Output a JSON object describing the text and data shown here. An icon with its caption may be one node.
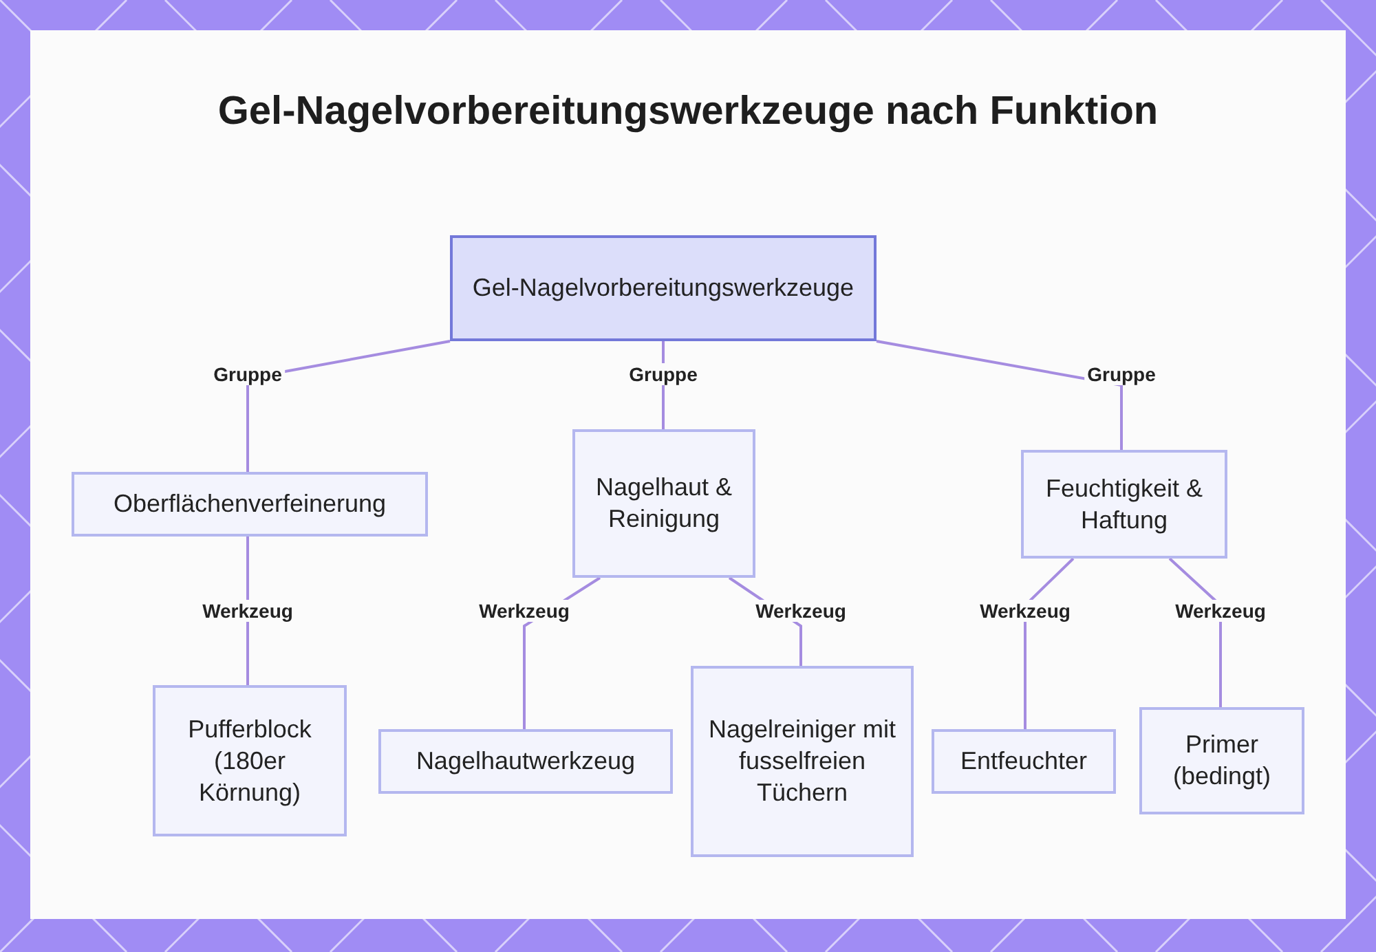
{
  "diagram": {
    "title": "Gel-Nagelvorbereitungswerkzeuge nach Funktion",
    "nodes": [
      {
        "text": [
          "Gel-Nagelvorbereitungswerkzeuge"
        ]
      },
      {
        "text": [
          "Oberflächenverfeinerung"
        ]
      },
      {
        "text": [
          "Nagelhaut & Reinigung"
        ]
      },
      {
        "text": [
          "Feuchtigkeit & Haftung"
        ]
      },
      {
        "text": [
          "Pufferblock (180er Körnung)"
        ]
      },
      {
        "text": [
          "Nagelhautwerkzeug"
        ]
      },
      {
        "text": [
          "Nagelreiniger mit fusselfreien Tüchern"
        ]
      },
      {
        "text": [
          "Entfeuchter"
        ]
      },
      {
        "text": [
          "Primer (bedingt)"
        ]
      }
    ],
    "edges": [
      {
        "from": 0,
        "to": 1,
        "arrow": "none",
        "label": "Gruppe"
      },
      {
        "from": 0,
        "to": 2,
        "arrow": "none",
        "label": "Gruppe"
      },
      {
        "from": 0,
        "to": 3,
        "arrow": "none",
        "label": "Gruppe"
      },
      {
        "from": 1,
        "to": 4,
        "arrow": "none",
        "label": "Werkzeug"
      },
      {
        "from": 2,
        "to": 5,
        "arrow": "none",
        "label": "Werkzeug"
      },
      {
        "from": 2,
        "to": 6,
        "arrow": "none",
        "label": "Werkzeug"
      },
      {
        "from": 3,
        "to": 7,
        "arrow": "none",
        "label": "Werkzeug"
      },
      {
        "from": 3,
        "to": 8,
        "arrow": "none",
        "label": "Werkzeug"
      }
    ]
  }
}
